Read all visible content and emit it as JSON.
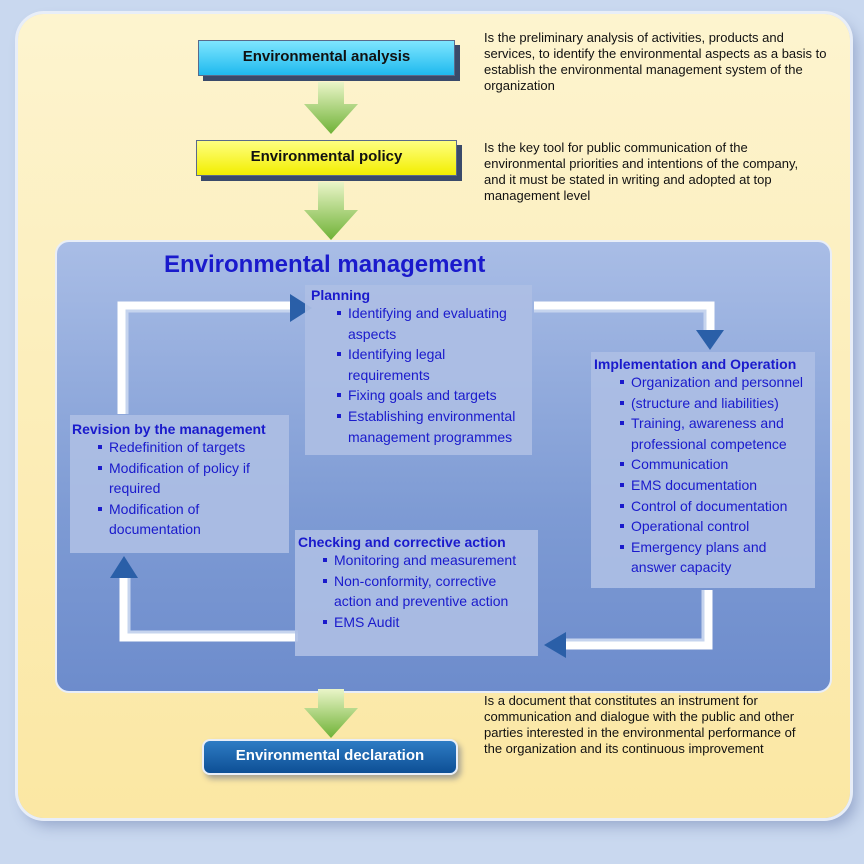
{
  "analysis": {
    "label": "Environmental analysis",
    "description": "Is the preliminary analysis of activities, products and services, to identify the environmental aspects as a basis to establish the environmental management system of the organization"
  },
  "policy": {
    "label": "Environmental policy",
    "description": "Is the key tool for public communication of the environmental priorities and intentions of the company, and it must be stated in writing and adopted at top management level"
  },
  "management": {
    "title": "Environmental management",
    "planning": {
      "title": "Planning",
      "items": [
        "Identifying and evaluating aspects",
        "Identifying legal requirements",
        "Fixing goals and targets",
        "Establishing environmental management programmes"
      ]
    },
    "implementation": {
      "title": "Implementation and Operation",
      "items": [
        "Organization and personnel",
        " (structure and liabilities)",
        "Training, awareness and professional competence",
        "Communication",
        "EMS documentation",
        "Control of documentation",
        " Operational control",
        "Emergency plans and answer capacity"
      ]
    },
    "checking": {
      "title": "Checking and corrective action",
      "items": [
        "Monitoring and measurement",
        "Non-conformity, corrective action and preventive action",
        "EMS Audit"
      ]
    },
    "revision": {
      "title": "Revision by the management",
      "items": [
        "Redefinition of targets",
        "Modification of policy if required",
        "Modification of documentation"
      ]
    }
  },
  "declaration": {
    "label": "Environmental declaration",
    "description": "Is a document that constitutes an instrument for communication and dialogue with the public and other parties interested in the environmental performance of the organization and its continuous improvement"
  },
  "colors": {
    "panel_text": "#1a1acc",
    "outer_bg": "#fbe7a3",
    "arrow_green": "#7fbf3f",
    "flow_arrow": "#2a5fa8"
  }
}
